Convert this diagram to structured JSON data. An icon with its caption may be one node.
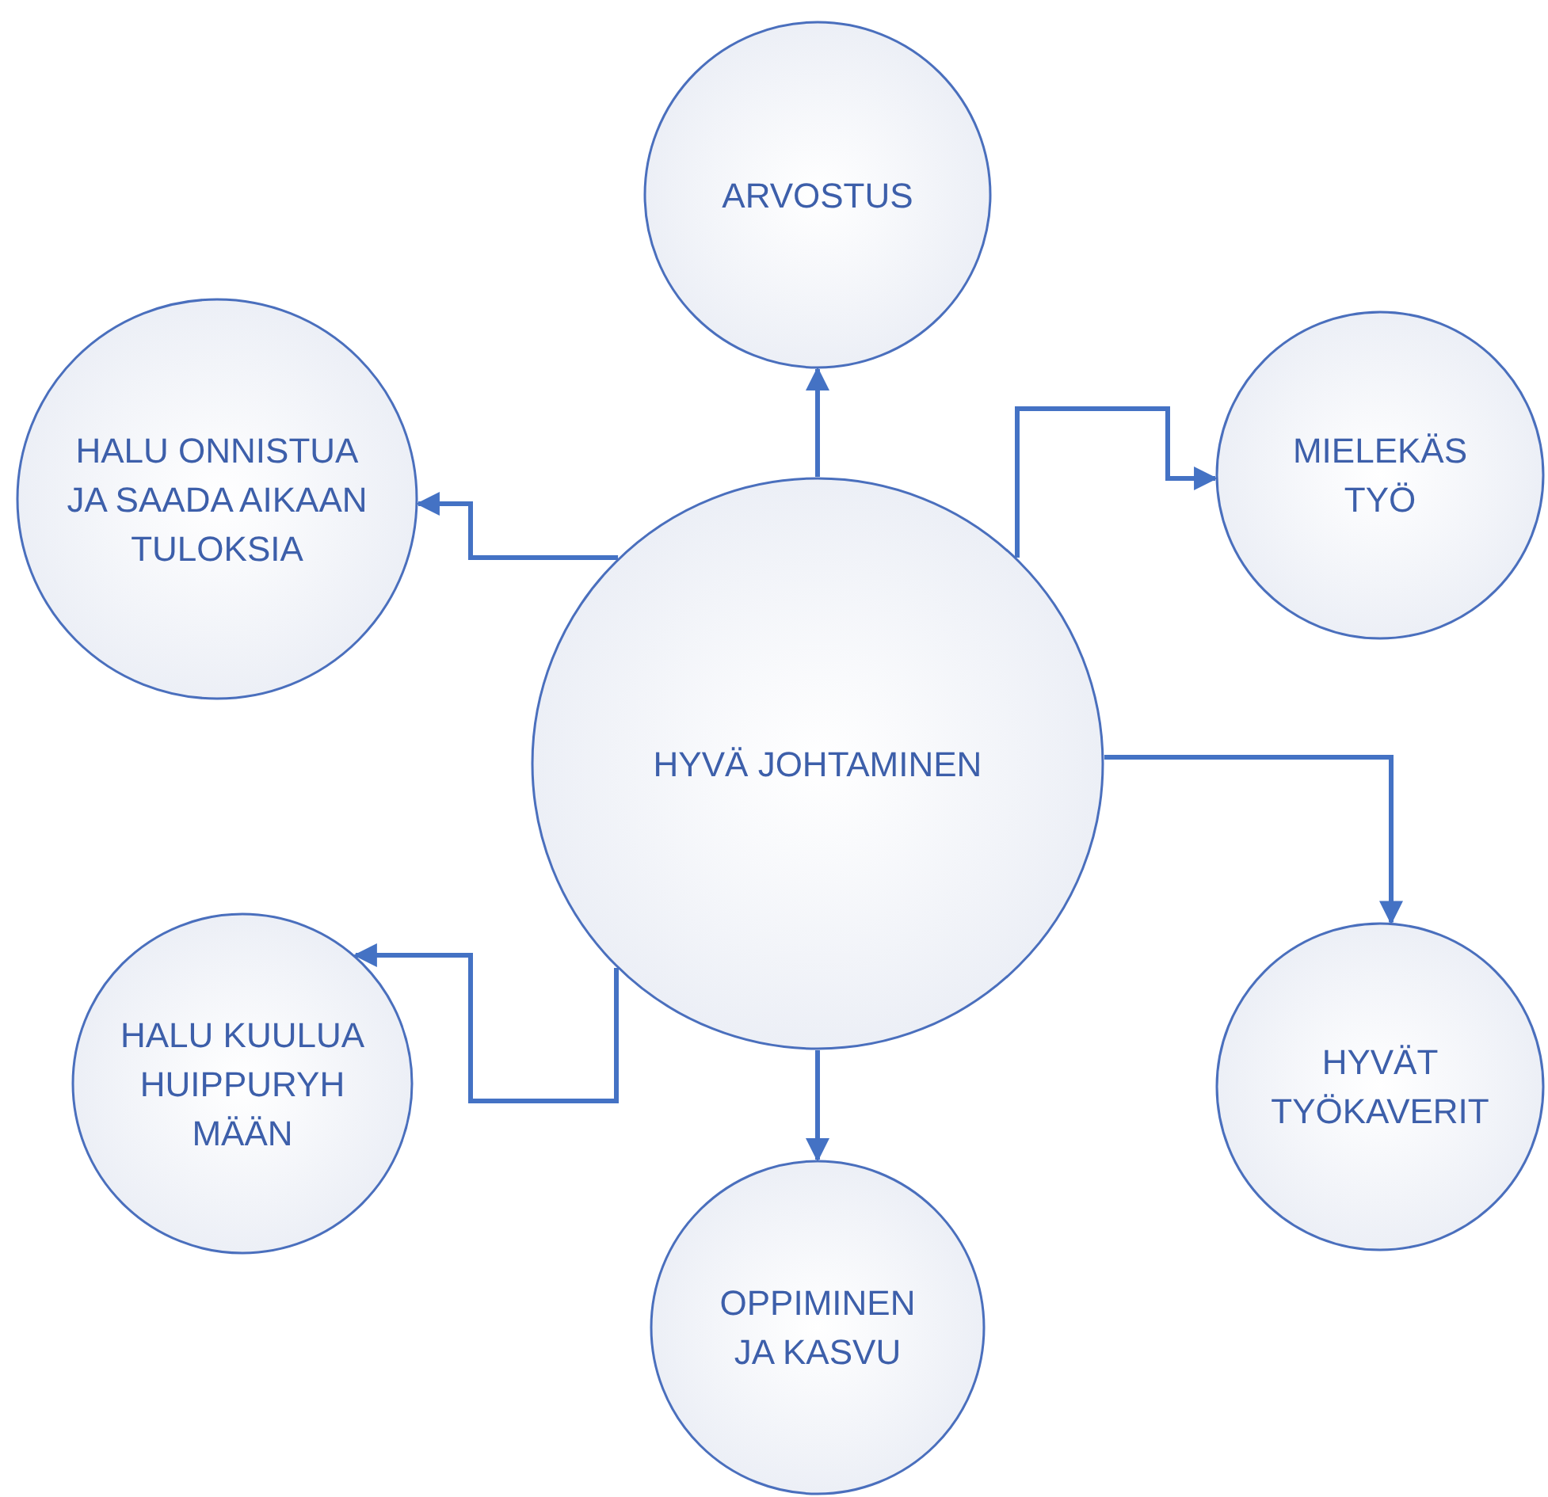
{
  "diagram": {
    "nodes": [
      {
        "text": [
          "ARVOSTUS"
        ]
      },
      {
        "text": [
          "HALU ONNISTUA JA SAADA AIKAAN TULOKSIA"
        ]
      },
      {
        "text": [
          "MIELEKÄS TYÖ"
        ]
      },
      {
        "text": [
          "HYVÄ JOHTAMINEN"
        ]
      },
      {
        "text": [
          "HALU KUULUA HUIPPURYH MÄÄN"
        ]
      },
      {
        "text": [
          "HYVÄT TYÖKAVERIT"
        ]
      },
      {
        "text": [
          "OPPIMINEN JA KASVU"
        ]
      }
    ],
    "edges": [
      {
        "from": 3,
        "to": 0,
        "arrow": "to"
      },
      {
        "from": 3,
        "to": 1,
        "arrow": "to"
      },
      {
        "from": 3,
        "to": 2,
        "arrow": "to"
      },
      {
        "from": 3,
        "to": 5,
        "arrow": "to"
      },
      {
        "from": 3,
        "to": 4,
        "arrow": "to"
      },
      {
        "from": 3,
        "to": 6,
        "arrow": "to"
      }
    ]
  }
}
